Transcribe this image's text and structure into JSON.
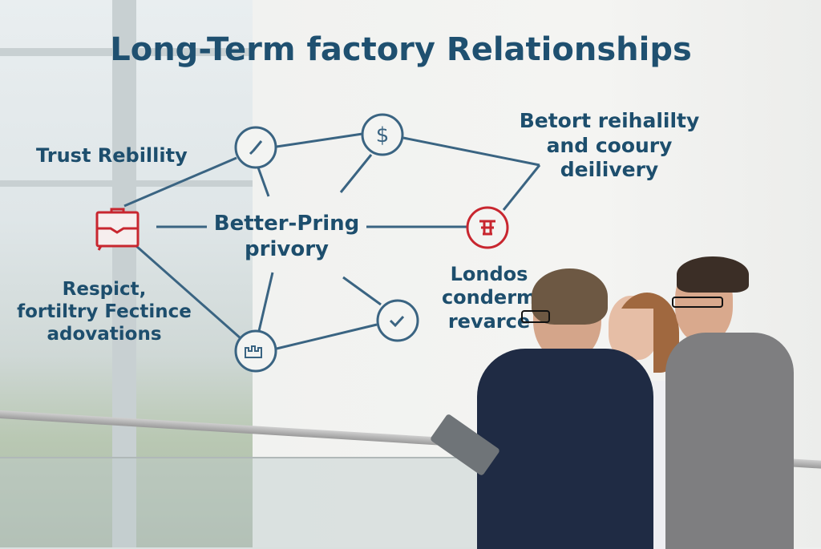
{
  "title": "Long-Term factory Relationships",
  "labels": {
    "trust": "Trust Rebillity",
    "center": [
      "Better-Pring",
      "privory"
    ],
    "right_top": [
      "Betort reihalilty",
      "and cooury",
      "deilivery"
    ],
    "left_bottom": [
      "Respict,",
      "fortiltry Fectince",
      "adovations"
    ],
    "right_bottom": [
      "Londos",
      "conderm",
      "revarce"
    ]
  },
  "icons": [
    "briefcase-icon",
    "key-icon",
    "dollar-icon",
    "cash-register-icon",
    "check-icon",
    "factory-icon"
  ],
  "colors": {
    "text": "#1d4e6d",
    "line": "#3a6482",
    "accent_red": "#c8262f"
  }
}
